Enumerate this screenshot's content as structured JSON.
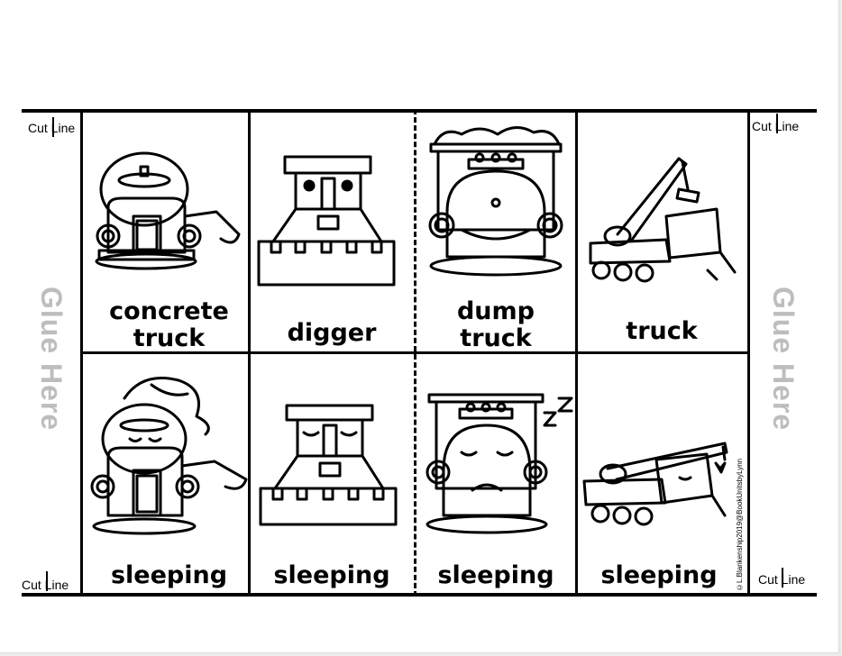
{
  "cut_labels": {
    "top_left": "Cut Line",
    "top_right": "Cut Line",
    "bottom_left": "Cut Line",
    "bottom_right": "Cut Line"
  },
  "glue_labels": {
    "left": "Glue Here",
    "right": "Glue Here"
  },
  "cards_top": [
    {
      "label_line1": "concrete",
      "label_line2": "truck",
      "icon": "concrete-truck-icon"
    },
    {
      "label_line1": "digger",
      "label_line2": "",
      "icon": "digger-icon"
    },
    {
      "label_line1": "dump",
      "label_line2": "truck",
      "icon": "dump-truck-icon"
    },
    {
      "label_line1": "truck",
      "label_line2": "",
      "icon": "crane-truck-icon"
    }
  ],
  "cards_bottom": [
    {
      "label": "sleeping",
      "icon": "sleeping-concrete-truck-icon"
    },
    {
      "label": "sleeping",
      "icon": "sleeping-digger-icon"
    },
    {
      "label": "sleeping",
      "icon": "sleeping-dump-truck-icon"
    },
    {
      "label": "sleeping",
      "icon": "sleeping-crane-truck-icon"
    }
  ],
  "credit": "©L.Blankenship2019@BookUnitsbyLynn"
}
